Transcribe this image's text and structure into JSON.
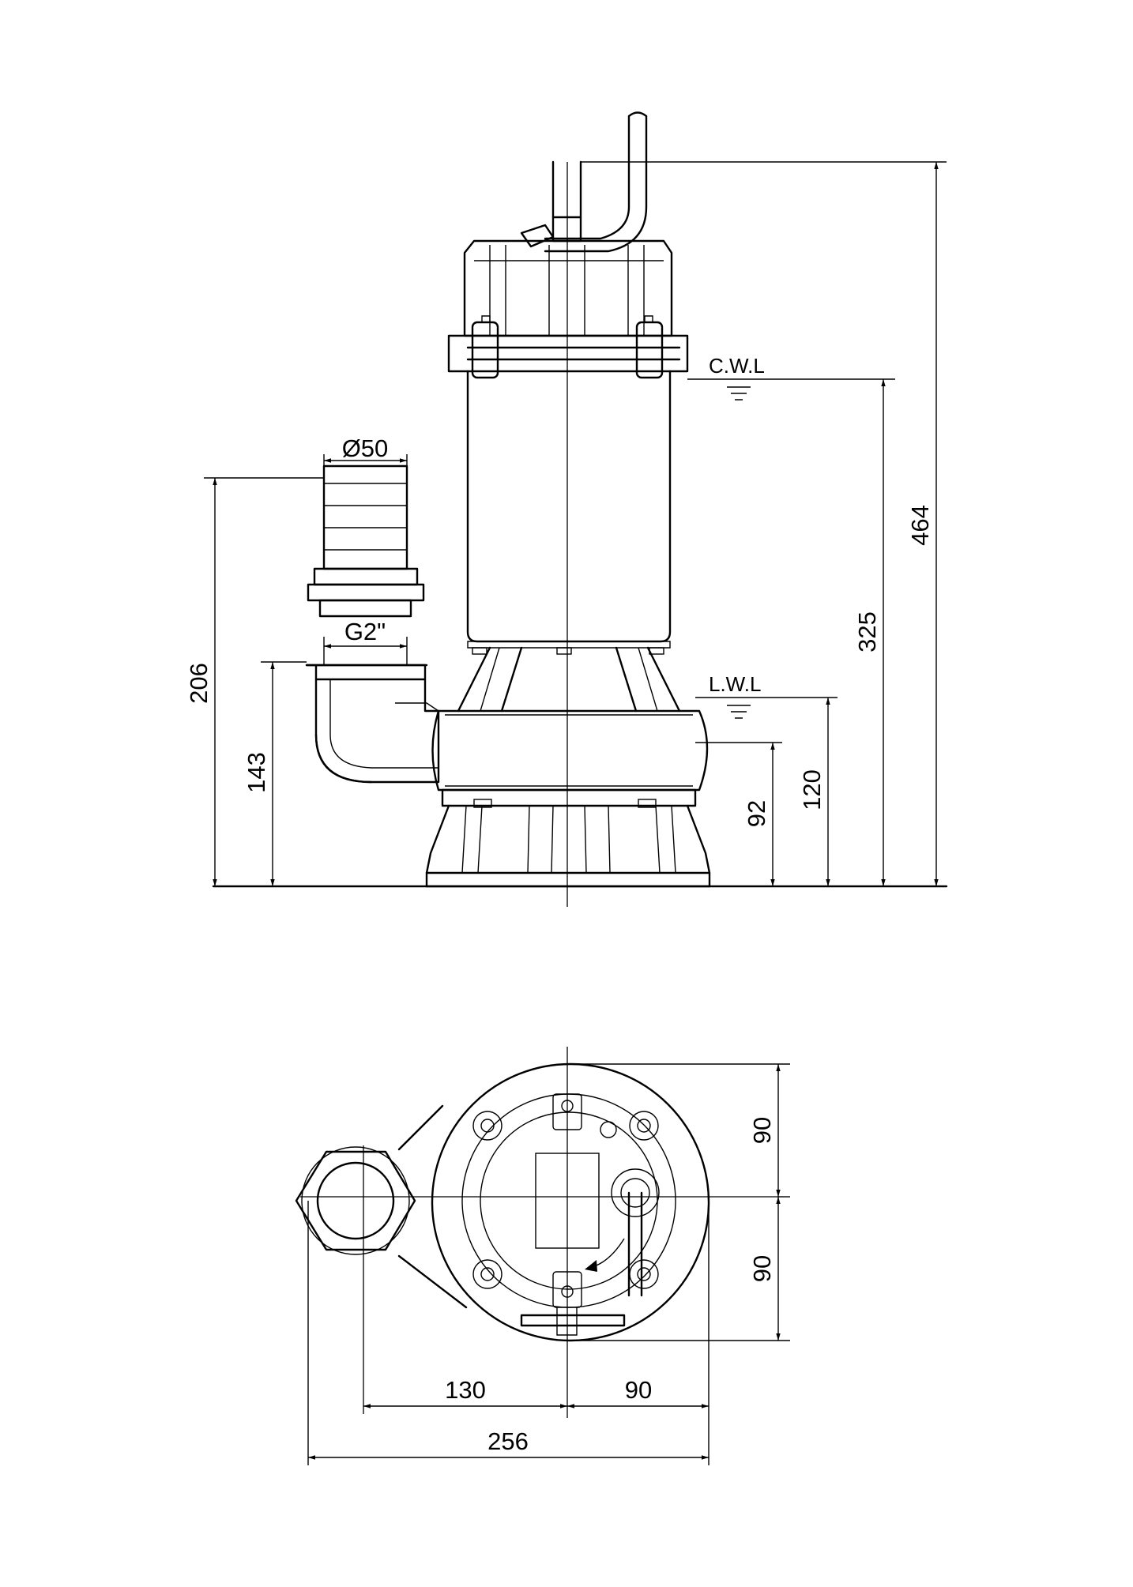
{
  "side_view": {
    "water_levels": {
      "cwl": "C.W.L",
      "lwl": "L.W.L"
    },
    "dimensions": {
      "total_height": "464",
      "cwl_height": "325",
      "lwl_height": "120",
      "outlet_center_height": "92",
      "discharge_height": "206",
      "elbow_height": "143",
      "hose_diameter": "Ø50",
      "thread": "G2\""
    }
  },
  "top_view": {
    "dimensions": {
      "upper_half": "90",
      "lower_half": "90",
      "outlet_offset": "130",
      "right_radius": "90",
      "overall_width": "256"
    }
  }
}
